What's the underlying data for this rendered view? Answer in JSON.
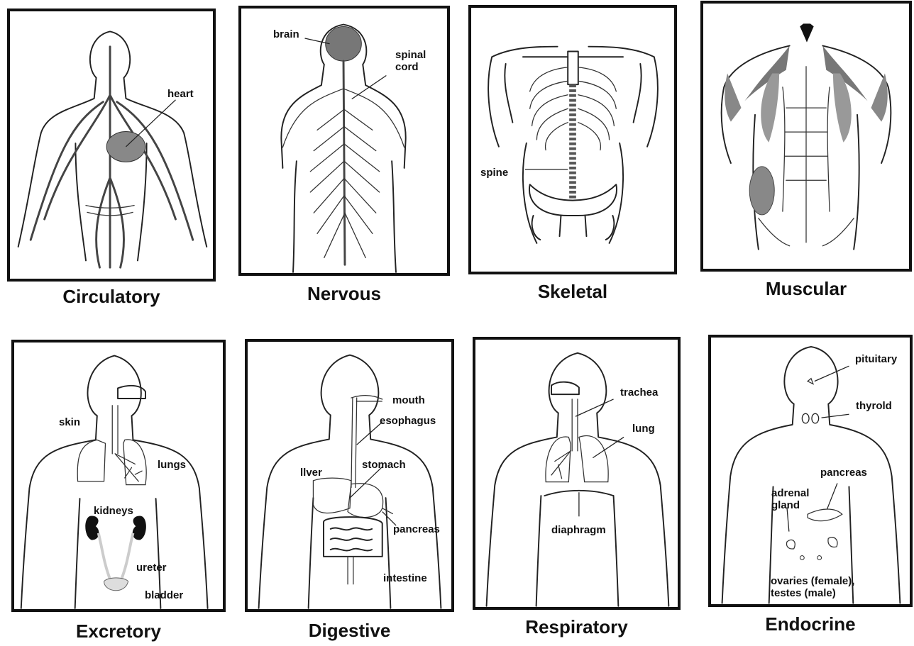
{
  "systems": [
    {
      "name": "Circulatory",
      "labels": {
        "heart": "heart"
      }
    },
    {
      "name": "Nervous",
      "labels": {
        "brain": "brain",
        "spinal_cord": "spinal\ncord"
      }
    },
    {
      "name": "Skeletal",
      "labels": {
        "spine": "spine"
      }
    },
    {
      "name": "Muscular",
      "labels": {}
    },
    {
      "name": "Excretory",
      "labels": {
        "skin": "skin",
        "lungs": "lungs",
        "kidneys": "kidneys",
        "ureter": "ureter",
        "bladder": "bladder"
      }
    },
    {
      "name": "Digestive",
      "labels": {
        "mouth": "mouth",
        "esophagus": "esophagus",
        "liver": "llver",
        "stomach": "stomach",
        "pancreas": "pancreas",
        "intestine": "intestine"
      }
    },
    {
      "name": "Respiratory",
      "labels": {
        "trachea": "trachea",
        "lung": "lung",
        "diaphragm": "diaphragm"
      }
    },
    {
      "name": "Endocrine",
      "labels": {
        "pituitary": "pituitary",
        "thyroid": "thyrold",
        "pancreas": "pancreas",
        "adrenal_gland": "adrenal\ngland",
        "ovaries_testes": "ovaries (female),\ntestes (male)"
      }
    }
  ],
  "colors": {
    "border": "#111111",
    "organ_fill": "#888888",
    "light_fill": "#d8d8d8",
    "muscle": "#555555"
  }
}
